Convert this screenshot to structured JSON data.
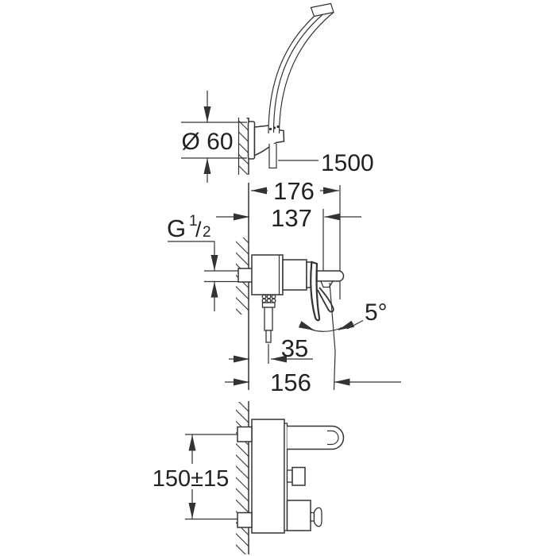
{
  "page": {
    "background": "#ffffff",
    "line_color": "#333333",
    "text_color": "#222222"
  },
  "dims": {
    "holder_diameter": "Ø 60",
    "hose_length": "1500",
    "overall_depth": "176",
    "body_depth": "137",
    "thread": {
      "g": "G",
      "num": "1",
      "slash": "/",
      "den": "2"
    },
    "swing_angle": "5°",
    "hose_offset": "35",
    "lever_depth": "156",
    "inlet_height": "150±15"
  }
}
